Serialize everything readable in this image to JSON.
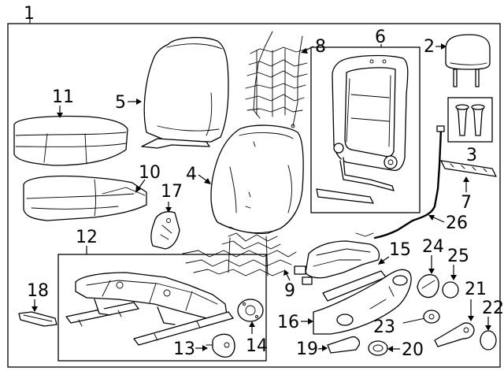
{
  "callouts": {
    "c1": "1",
    "c2": "2",
    "c3": "3",
    "c4": "4",
    "c5": "5",
    "c6": "6",
    "c7": "7",
    "c8": "8",
    "c9": "9",
    "c10": "10",
    "c11": "11",
    "c12": "12",
    "c13": "13",
    "c14": "14",
    "c15": "15",
    "c16": "16",
    "c17": "17",
    "c18": "18",
    "c19": "19",
    "c20": "20",
    "c21": "21",
    "c22": "22",
    "c23": "23",
    "c24": "24",
    "c25": "25",
    "c26": "26"
  }
}
